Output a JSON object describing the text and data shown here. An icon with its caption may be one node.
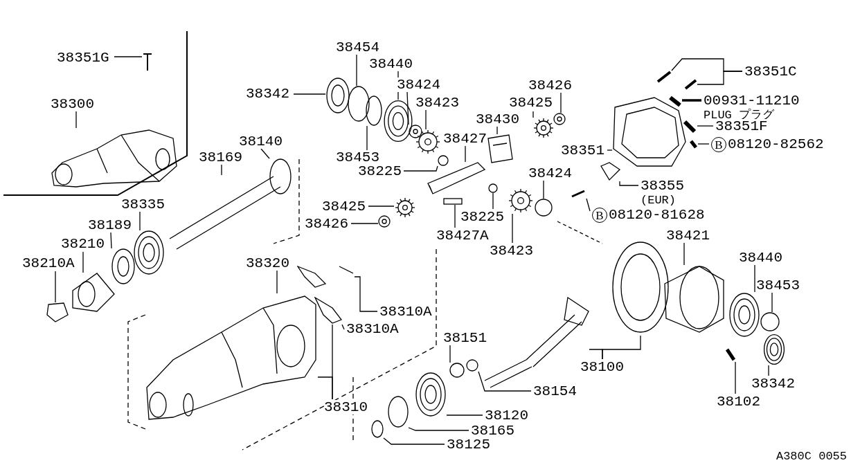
{
  "diagram": {
    "nodes": [
      {
        "text": [
          "38351G"
        ]
      },
      {
        "text": [
          "38300"
        ]
      },
      {
        "text": [
          "38454"
        ]
      },
      {
        "text": [
          "38440"
        ]
      },
      {
        "text": [
          "38342"
        ]
      },
      {
        "text": [
          "38424"
        ]
      },
      {
        "text": [
          "38423"
        ]
      },
      {
        "text": [
          "38453"
        ]
      },
      {
        "text": [
          "38225"
        ]
      },
      {
        "text": [
          "38427"
        ]
      },
      {
        "text": [
          "38430"
        ]
      },
      {
        "text": [
          "38426"
        ]
      },
      {
        "text": [
          "38425"
        ]
      },
      {
        "text": [
          "38351C"
        ]
      },
      {
        "text": [
          "00931-11210",
          "PLUG プラグ"
        ]
      },
      {
        "text": [
          "38351F"
        ]
      },
      {
        "text": [
          "08120-82562"
        ],
        "beside": [
          "B"
        ]
      },
      {
        "text": [
          "38351"
        ]
      },
      {
        "text": [
          "38355",
          "(EUR)"
        ]
      },
      {
        "text": [
          "08120-81628"
        ],
        "beside": [
          "B"
        ]
      },
      {
        "text": [
          "38424"
        ]
      },
      {
        "text": [
          "38225"
        ]
      },
      {
        "text": [
          "38427A"
        ]
      },
      {
        "text": [
          "38425"
        ]
      },
      {
        "text": [
          "38426"
        ]
      },
      {
        "text": [
          "38423"
        ]
      },
      {
        "text": [
          "38421"
        ]
      },
      {
        "text": [
          "38140"
        ]
      },
      {
        "text": [
          "38169"
        ]
      },
      {
        "text": [
          "38335"
        ]
      },
      {
        "text": [
          "38189"
        ]
      },
      {
        "text": [
          "38210"
        ]
      },
      {
        "text": [
          "38210A"
        ]
      },
      {
        "text": [
          "38320"
        ]
      },
      {
        "text": [
          "38310A"
        ]
      },
      {
        "text": [
          "38310A"
        ]
      },
      {
        "text": [
          "38310"
        ]
      },
      {
        "text": [
          "38151"
        ]
      },
      {
        "text": [
          "38154"
        ]
      },
      {
        "text": [
          "38100"
        ]
      },
      {
        "text": [
          "38120"
        ]
      },
      {
        "text": [
          "38165"
        ]
      },
      {
        "text": [
          "38125"
        ]
      },
      {
        "text": [
          "38440"
        ]
      },
      {
        "text": [
          "38453"
        ]
      },
      {
        "text": [
          "38342"
        ]
      },
      {
        "text": [
          "38102"
        ]
      },
      {
        "text": [],
        "shape": "picture"
      },
      {
        "text": [],
        "shape": "picture"
      },
      {
        "text": [],
        "shape": "circle"
      },
      {
        "text": [],
        "shape": "picture"
      },
      {
        "text": [],
        "shape": "picture"
      },
      {
        "text": [],
        "shape": "picture"
      },
      {
        "text": [],
        "shape": "picture"
      },
      {
        "text": [],
        "shape": "circle"
      },
      {
        "text": [],
        "shape": "circle"
      },
      {
        "text": [],
        "shape": "picture"
      },
      {
        "text": [],
        "shape": "picture"
      },
      {
        "text": [],
        "shape": "picture"
      },
      {
        "text": [],
        "shape": "picture"
      },
      {
        "text": [],
        "shape": "picture"
      },
      {
        "text": [],
        "shape": "picture"
      },
      {
        "text": [],
        "shape": "picture"
      },
      {
        "text": [],
        "shape": "picture"
      },
      {
        "text": [],
        "shape": "picture"
      },
      {
        "text": [],
        "shape": "picture"
      },
      {
        "text": [],
        "shape": "picture"
      },
      {
        "text": [],
        "shape": "picture"
      },
      {
        "text": [],
        "shape": "circle"
      },
      {
        "text": [],
        "shape": "circle"
      },
      {
        "text": [],
        "shape": "box"
      },
      {
        "text": [],
        "shape": "picture"
      },
      {
        "text": [],
        "shape": "picture"
      },
      {
        "text": [],
        "shape": "picture"
      },
      {
        "text": [],
        "shape": "picture"
      },
      {
        "text": [],
        "shape": "circle"
      },
      {
        "text": [],
        "shape": "picture"
      },
      {
        "text": [],
        "shape": "picture"
      },
      {
        "text": [],
        "shape": "picture"
      },
      {
        "text": [],
        "shape": "picture"
      },
      {
        "text": [],
        "shape": "picture"
      },
      {
        "text": [],
        "shape": "picture"
      },
      {
        "text": [],
        "shape": "picture"
      },
      {
        "text": [],
        "shape": "picture"
      },
      {
        "text": [],
        "shape": "circle"
      },
      {
        "text": [],
        "shape": "circle"
      },
      {
        "text": [],
        "shape": "picture"
      },
      {
        "text": [],
        "shape": "picture"
      },
      {
        "text": [],
        "shape": "picture"
      },
      {
        "text": [],
        "shape": "circle"
      },
      {
        "text": [],
        "shape": "circle"
      },
      {
        "text": [],
        "shape": "picture"
      },
      {
        "text": [],
        "shape": "circle"
      },
      {
        "text": [],
        "shape": "picture"
      },
      {
        "text": [],
        "shape": "picture"
      }
    ],
    "edges": [
      {
        "from": 0,
        "to": 47,
        "arrow": "none"
      },
      {
        "from": 1,
        "to": 48,
        "arrow": "none"
      },
      {
        "from": 2,
        "to": 49,
        "arrow": "none"
      },
      {
        "from": 3,
        "to": 50,
        "arrow": "none"
      },
      {
        "from": 4,
        "to": 51,
        "arrow": "none"
      },
      {
        "from": 5,
        "to": 52,
        "arrow": "none"
      },
      {
        "from": 6,
        "to": 53,
        "arrow": "none"
      },
      {
        "from": 7,
        "to": 54,
        "arrow": "none"
      },
      {
        "from": 8,
        "to": 55,
        "arrow": "none"
      },
      {
        "from": 9,
        "to": 56,
        "arrow": "none"
      },
      {
        "from": 10,
        "to": 57,
        "arrow": "none"
      },
      {
        "from": 11,
        "to": 58,
        "arrow": "none"
      },
      {
        "from": 12,
        "to": 59,
        "arrow": "none"
      },
      {
        "from": 13,
        "to": 60,
        "arrow": "none"
      },
      {
        "from": 13,
        "to": 61,
        "arrow": "none"
      },
      {
        "from": 14,
        "to": 62,
        "arrow": "none",
        "style": "thick"
      },
      {
        "from": 15,
        "to": 63,
        "arrow": "none"
      },
      {
        "from": 16,
        "to": 64,
        "arrow": "none"
      },
      {
        "from": 17,
        "to": 65,
        "arrow": "none"
      },
      {
        "from": 18,
        "to": 66,
        "arrow": "none"
      },
      {
        "from": 19,
        "to": 67,
        "arrow": "none"
      },
      {
        "from": 20,
        "to": 68,
        "arrow": "none"
      },
      {
        "from": 21,
        "to": 69,
        "arrow": "none"
      },
      {
        "from": 22,
        "to": 70,
        "arrow": "none"
      },
      {
        "from": 23,
        "to": 71,
        "arrow": "none"
      },
      {
        "from": 24,
        "to": 72,
        "arrow": "none"
      },
      {
        "from": 25,
        "to": 73,
        "arrow": "none"
      },
      {
        "from": 26,
        "to": 74,
        "arrow": "none"
      },
      {
        "from": 27,
        "to": 75,
        "arrow": "none"
      },
      {
        "from": 28,
        "to": 76,
        "arrow": "none"
      },
      {
        "from": 29,
        "to": 77,
        "arrow": "none"
      },
      {
        "from": 30,
        "to": 78,
        "arrow": "none"
      },
      {
        "from": 31,
        "to": 79,
        "arrow": "none"
      },
      {
        "from": 32,
        "to": 80,
        "arrow": "none"
      },
      {
        "from": 33,
        "to": 81,
        "arrow": "none"
      },
      {
        "from": 34,
        "to": 82,
        "arrow": "none"
      },
      {
        "from": 35,
        "to": 83,
        "arrow": "none"
      },
      {
        "from": 36,
        "to": 81,
        "arrow": "none"
      },
      {
        "from": 36,
        "to": 83,
        "arrow": "none"
      },
      {
        "from": 37,
        "to": 84,
        "arrow": "none"
      },
      {
        "from": 38,
        "to": 85,
        "arrow": "none"
      },
      {
        "from": 39,
        "to": 86,
        "arrow": "none"
      },
      {
        "from": 39,
        "to": 87,
        "arrow": "none"
      },
      {
        "from": 40,
        "to": 88,
        "arrow": "none"
      },
      {
        "from": 41,
        "to": 89,
        "arrow": "none"
      },
      {
        "from": 42,
        "to": 90,
        "arrow": "none"
      },
      {
        "from": 43,
        "to": 91,
        "arrow": "none"
      },
      {
        "from": 44,
        "to": 92,
        "arrow": "none"
      },
      {
        "from": 45,
        "to": 93,
        "arrow": "none"
      },
      {
        "from": 46,
        "to": 94,
        "arrow": "none"
      }
    ],
    "labels": [
      "A380C 0055"
    ]
  }
}
